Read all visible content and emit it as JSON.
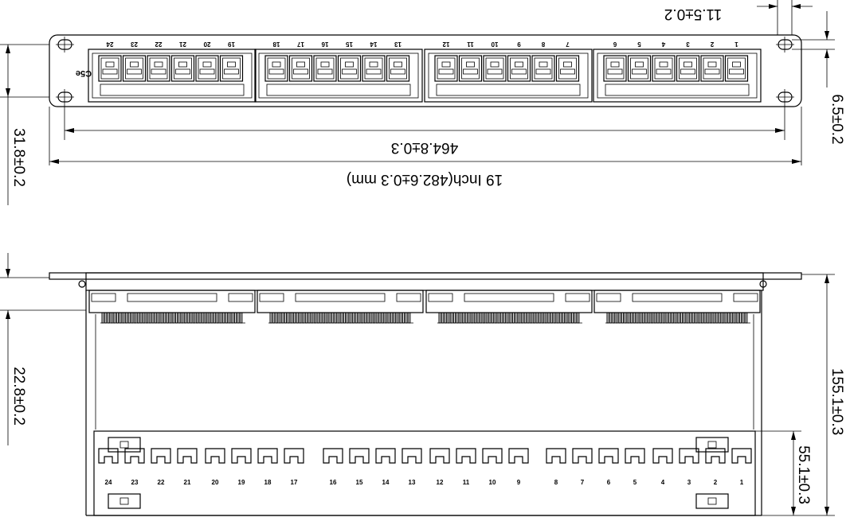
{
  "front_view": {
    "category_label": "C5e",
    "port_numbers": [
      "1",
      "2",
      "3",
      "4",
      "5",
      "6",
      "7",
      "8",
      "9",
      "10",
      "11",
      "12",
      "13",
      "14",
      "15",
      "16",
      "17",
      "18",
      "19",
      "20",
      "21",
      "22",
      "23",
      "24"
    ],
    "dimensions": {
      "mounting_hole_offset": "11.5±0.2",
      "hole_spacing": "6.5±0.2",
      "panel_height": "31.8±0.2",
      "hole_to_hole_width": "464.8±0.3",
      "overall_width": "19 Inch(482.6±0.3 mm)"
    }
  },
  "top_view": {
    "port_numbers": [
      "1",
      "2",
      "3",
      "4",
      "5",
      "6",
      "7",
      "8",
      "9",
      "10",
      "11",
      "12",
      "13",
      "14",
      "15",
      "16",
      "17",
      "18",
      "19",
      "20",
      "21",
      "22",
      "23",
      "24"
    ],
    "dimensions": {
      "flange_depth": "22.8±0.2",
      "overall_depth": "155.1±0.3",
      "bar_depth": "55.1±0.3"
    }
  }
}
